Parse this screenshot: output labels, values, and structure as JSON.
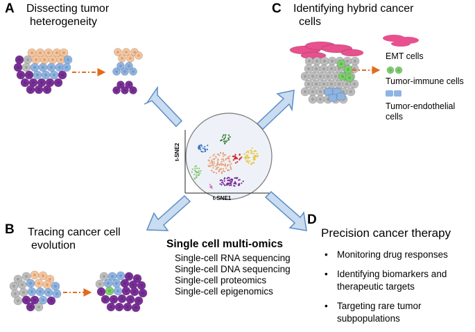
{
  "panels": {
    "a": {
      "letter": "A",
      "title_line1": "Dissecting tumor",
      "title_line2": "heterogeneity"
    },
    "b": {
      "letter": "B",
      "title_line1": "Tracing cancer cell",
      "title_line2": "evolution"
    },
    "c": {
      "letter": "C",
      "title_line1": "Identifying hybrid cancer",
      "title_line2": "cells",
      "legend": [
        {
          "label": "EMT cells",
          "color": "#e8508e"
        },
        {
          "label": "Tumor-immune cells",
          "color": "#7ccf6c"
        },
        {
          "label_line1": "Tumor-endothelial",
          "label_line2": "cells",
          "color": "#8eb4e3"
        }
      ]
    },
    "d": {
      "letter": "D",
      "title": "Precision cancer therapy",
      "bullets": [
        {
          "line1": "Monitoring drug responses",
          "line2": ""
        },
        {
          "line1": "Identifying biomarkers and",
          "line2": "therapeutic targets"
        },
        {
          "line1": "Targeting rare tumor",
          "line2": "subpopulations"
        }
      ]
    }
  },
  "center": {
    "x_axis_label": "t-SNE1",
    "y_axis_label": "t-SNE2",
    "title": "Single cell multi-omics",
    "items": [
      {
        "prefix": "Single-cell",
        "suffix": "RNA sequencing"
      },
      {
        "prefix": "Single-cell",
        "suffix": "DNA sequencing"
      },
      {
        "prefix": "Single-cell",
        "suffix": "proteomics"
      },
      {
        "prefix": "Single-cell",
        "suffix": "epigenomics"
      }
    ]
  },
  "colors": {
    "orange": "#f8c49a",
    "blue": "#8eb4e3",
    "purple": "#7a2f98",
    "gray": "#bdbdbd",
    "green": "#7ccf6c",
    "pink": "#e8508e",
    "arrow_fill": "#c9dcf0",
    "arrow_stroke": "#5b8cc8",
    "dashed_arrow": "#e26b1d",
    "circle_fill": "#eef2f8"
  },
  "bullet_glyph": "•"
}
